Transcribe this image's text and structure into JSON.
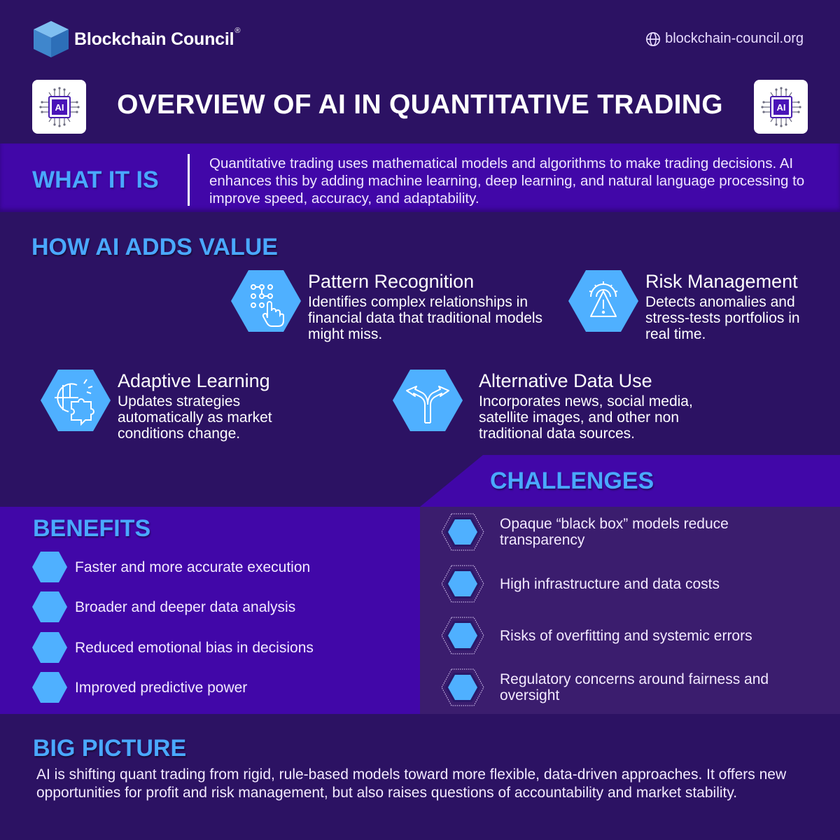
{
  "header": {
    "brand": "Blockchain Council",
    "brand_mark": "®",
    "website": "blockchain-council.org",
    "title": "OVERVIEW OF AI IN QUANTITATIVE TRADING",
    "chip_label": "AI"
  },
  "what_it_is": {
    "heading": "WHAT IT IS",
    "text": "Quantitative trading uses mathematical models and algorithms to make trading decisions. AI enhances this by adding machine learning, deep learning, and natural language processing to improve speed, accuracy, and adaptability."
  },
  "how_ai_adds_value": {
    "heading": "HOW AI ADDS VALUE",
    "items": [
      {
        "icon": "pattern-touch-icon",
        "title": "Pattern Recognition",
        "desc": "Identifies complex relationships in financial data that traditional models might miss."
      },
      {
        "icon": "gear-warning-icon",
        "title": "Risk Management",
        "desc": "Detects anomalies and stress-tests portfolios in real time."
      },
      {
        "icon": "globe-puzzle-icon",
        "title": "Adaptive Learning",
        "desc": "Updates strategies automatically as market conditions change."
      },
      {
        "icon": "split-arrow-icon",
        "title": "Alternative Data Use",
        "desc": "Incorporates news, social media, satellite images, and other non traditional data sources."
      }
    ]
  },
  "benefits": {
    "heading": "BENEFITS",
    "items": [
      "Faster and more accurate execution",
      "Broader and deeper data analysis",
      "Reduced emotional bias in decisions",
      "Improved predictive power"
    ]
  },
  "challenges": {
    "heading": "CHALLENGES",
    "items": [
      "Opaque “black box” models reduce transparency",
      "High infrastructure and data costs",
      "Risks of overfitting and systemic errors",
      "Regulatory concerns around fairness and oversight"
    ]
  },
  "big_picture": {
    "heading": "BIG PICTURE",
    "text": "AI is shifting quant trading from rigid, rule-based models toward more flexible, data-driven approaches. It offers new opportunities for profit and risk management, but also raises questions of accountability and market stability."
  },
  "colors": {
    "background": "#2c1263",
    "band": "#4107a8",
    "challenges_panel": "#3b1d6e",
    "accent_blue": "#4aa8ff",
    "hex_fill": "#4fb0ff"
  }
}
